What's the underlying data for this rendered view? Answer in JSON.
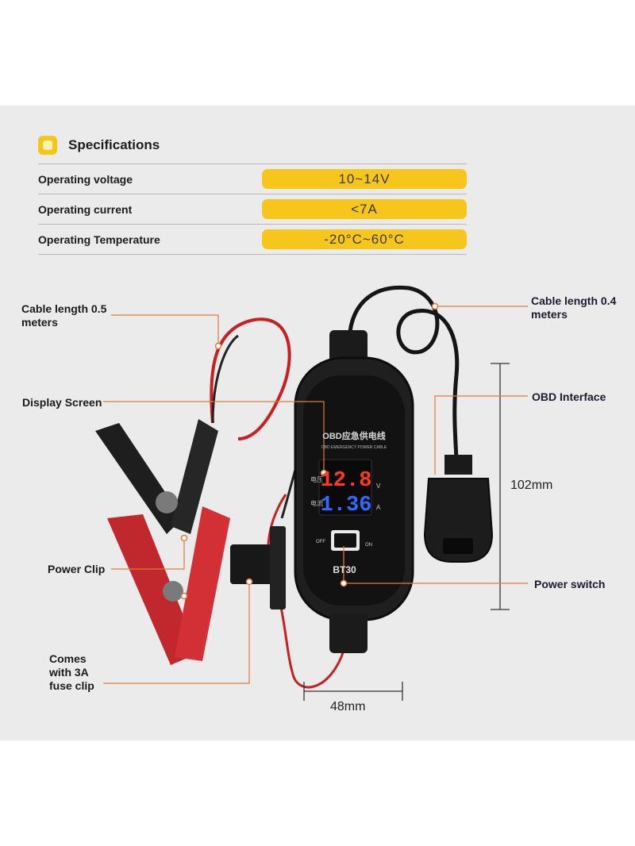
{
  "specifications": {
    "title": "Specifications",
    "rows": [
      {
        "label": "Operating voltage",
        "value": "10~14V"
      },
      {
        "label": "Operating current",
        "value": "<7A"
      },
      {
        "label": "Operating Temperature",
        "value": "-20°C~60°C"
      }
    ]
  },
  "callouts": {
    "cable_left": "Cable length 0.5 meters",
    "cable_right": "Cable length 0.4 meters",
    "display_screen": "Display Screen",
    "obd_interface": "OBD Interface",
    "power_clip": "Power Clip",
    "power_switch": "Power switch",
    "fuse_clip": "Comes with 3A fuse clip"
  },
  "dimensions": {
    "height": "102mm",
    "width": "48mm"
  },
  "device": {
    "title_cn": "OBD应急供电线",
    "title_en": "OBD EMERGENCY POWER CABLE",
    "voltage_label_cn": "电压",
    "current_label_cn": "电流",
    "voltage_reading": "12.8",
    "current_reading": "1.36",
    "voltage_unit": "V",
    "current_unit": "A",
    "switch_off": "OFF",
    "switch_on": "ON",
    "model": "BT30"
  },
  "colors": {
    "accent_yellow": "#f7c61c",
    "callout_line": "#e07a3a",
    "voltage_digits": "#ff3b1f",
    "current_digits": "#2f6bff"
  }
}
